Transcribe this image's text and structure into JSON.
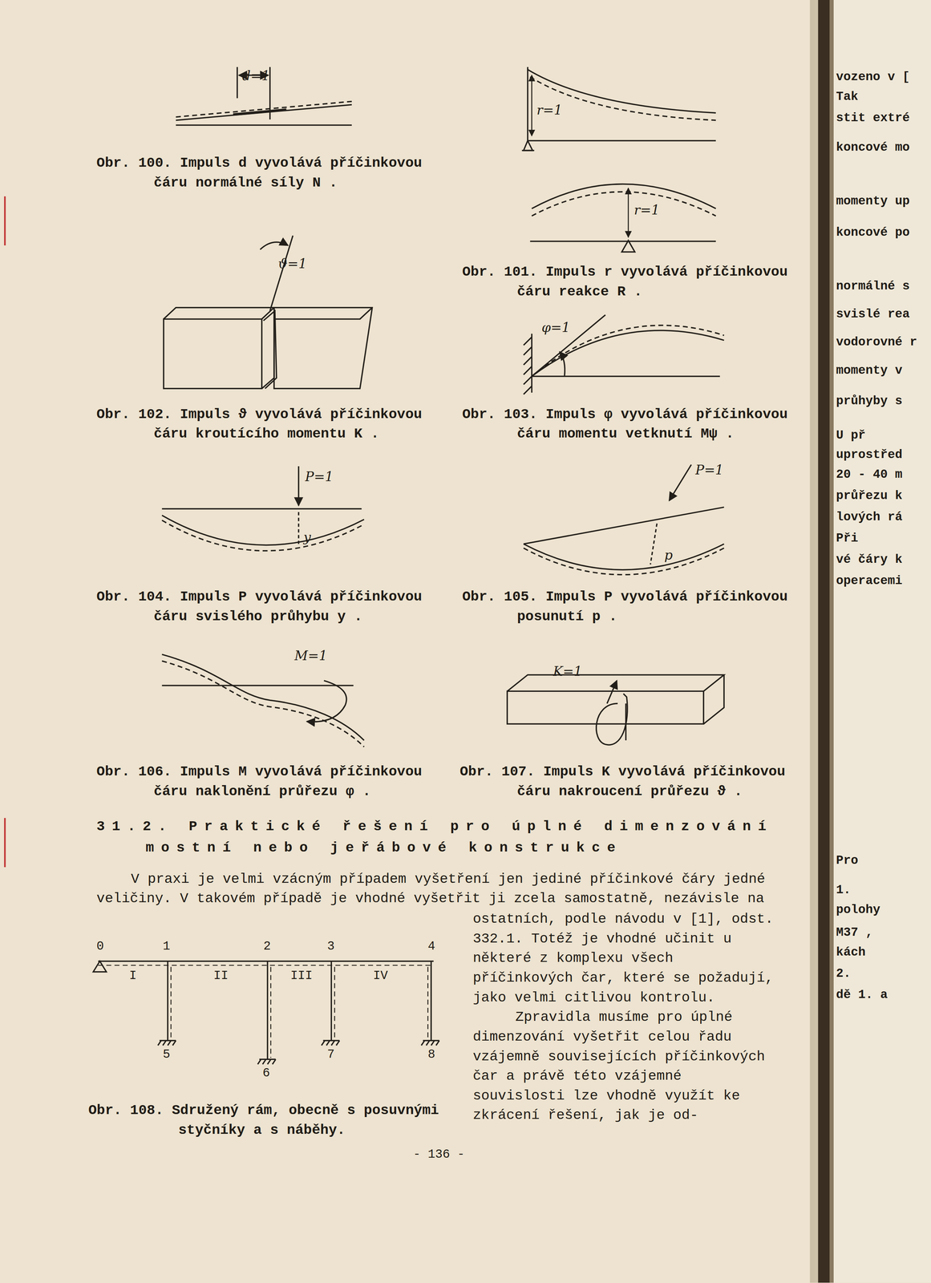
{
  "diagram": {
    "title": "31.2. Praktické řešení pro úplné dimenzování mostní nebo jeřábové konstrukce",
    "labels": [
      "d=1",
      "Obr. 100. Impuls d vyvolává příčinkovou čáru normálné síly N .",
      "r=1",
      "r=1",
      "Obr. 101. Impuls r vyvolává příčinkovou čáru reakce R .",
      "ϑ=1",
      "Obr. 102. Impuls ϑ vyvolává příčinkovou čáru kroutícího momentu K .",
      "φ=1",
      "Obr. 103. Impuls φ vyvolává příčinkovou čáru momentu vetknutí Mψ .",
      "P=1",
      "y",
      "Obr. 104. Impuls P vyvolává příčinkovou čáru svislého průhybu y .",
      "P=1",
      "p",
      "Obr. 105. Impuls P vyvolává příčinkovou posunutí p .",
      "M=1",
      "Obr. 106. Impuls M vyvolává příčinkovou čáru naklonění průřezu φ .",
      "K=1",
      "Obr. 107. Impuls K vyvolává příčinkovou čáru nakroucení průřezu ϑ .",
      "V praxi je velmi vzácným případem vyšetření jen jediné příčinkové čáry jedné veličiny. V takovém případě je vhodné vyšetřit ji zcela samostatně, nezávisle na",
      "ostatních, podle návodu v [1], odst. 332.1. Totéž je vhodné učinit u některé z komplexu všech příčinkových čar, které se požadují, jako velmi citlivou kontrolu.",
      "Zpravidla musíme pro úplné dimenzování vyšetřit celou řadu vzájemně souvisejících příčinkových čar a právě této vzájemné souvislosti lze vhodně využít ke zkrácení řešení, jak je od-",
      "0",
      "1",
      "2",
      "3",
      "4",
      "I",
      "II",
      "III",
      "IV",
      "5",
      "6",
      "7",
      "8",
      "Obr. 108. Sdružený rám, obecně s posuvnými styčníky a s náběhy.",
      "- 136 -",
      "vozeno v [",
      "Tak",
      "stit extré",
      "koncové mo",
      "momenty up",
      "koncové po",
      "normálné s",
      "svislé rea",
      "vodorovné r",
      "momenty v",
      "průhyby s",
      "U př",
      "uprostřed",
      "20 - 40 m",
      "průřezu k",
      "lových rá",
      "Při",
      "vé čáry k",
      "operacemi",
      "Pro",
      "1.",
      "polohy",
      "M37 ,",
      "kách",
      "2.",
      "dě 1. a"
    ]
  }
}
